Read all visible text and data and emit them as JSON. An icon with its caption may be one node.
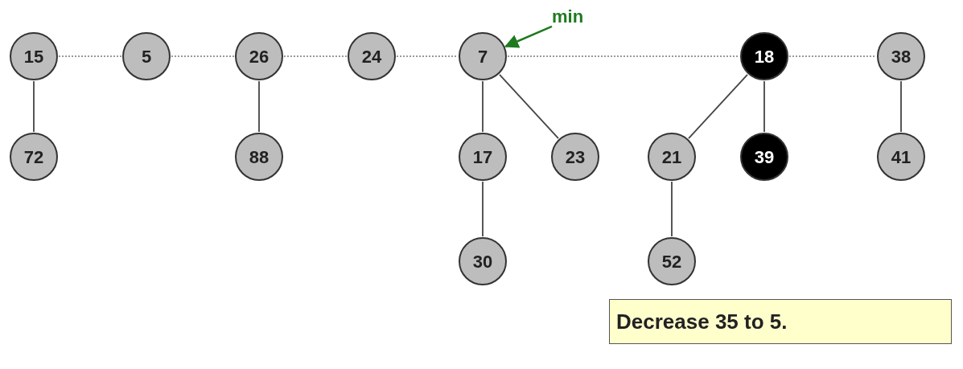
{
  "diagram": {
    "nodes": [
      {
        "text": [
          "min"
        ]
      },
      {
        "text": [
          "15"
        ]
      },
      {
        "text": [
          "5"
        ]
      },
      {
        "text": [
          "26"
        ]
      },
      {
        "text": [
          "24"
        ]
      },
      {
        "text": [
          "7"
        ]
      },
      {
        "text": [
          "18"
        ]
      },
      {
        "text": [
          "38"
        ]
      },
      {
        "text": [
          "72"
        ]
      },
      {
        "text": [
          "88"
        ]
      },
      {
        "text": [
          "17"
        ]
      },
      {
        "text": [
          "23"
        ]
      },
      {
        "text": [
          "21"
        ]
      },
      {
        "text": [
          "39"
        ]
      },
      {
        "text": [
          "41"
        ]
      },
      {
        "text": [
          "30"
        ]
      },
      {
        "text": [
          "52"
        ]
      },
      {
        "text": [
          "Decrease 35 to 5."
        ]
      }
    ],
    "edges": [
      {
        "from": 0,
        "to": 5,
        "arrow": "to",
        "color": "#1f7a1f"
      },
      {
        "from": 1,
        "to": 2,
        "arrow": "none",
        "style": "dashed"
      },
      {
        "from": 2,
        "to": 3,
        "arrow": "none",
        "style": "dashed"
      },
      {
        "from": 3,
        "to": 4,
        "arrow": "none",
        "style": "dashed"
      },
      {
        "from": 4,
        "to": 5,
        "arrow": "none",
        "style": "dashed"
      },
      {
        "from": 5,
        "to": 6,
        "arrow": "none",
        "style": "dashed"
      },
      {
        "from": 6,
        "to": 7,
        "arrow": "none",
        "style": "dashed"
      },
      {
        "from": 1,
        "to": 8,
        "arrow": "none"
      },
      {
        "from": 3,
        "to": 9,
        "arrow": "none"
      },
      {
        "from": 5,
        "to": 10,
        "arrow": "none"
      },
      {
        "from": 5,
        "to": 11,
        "arrow": "none"
      },
      {
        "from": 6,
        "to": 12,
        "arrow": "none"
      },
      {
        "from": 6,
        "to": 13,
        "arrow": "none"
      },
      {
        "from": 7,
        "to": 14,
        "arrow": "none"
      },
      {
        "from": 10,
        "to": 15,
        "arrow": "none"
      },
      {
        "from": 12,
        "to": 16,
        "arrow": "none"
      }
    ]
  }
}
